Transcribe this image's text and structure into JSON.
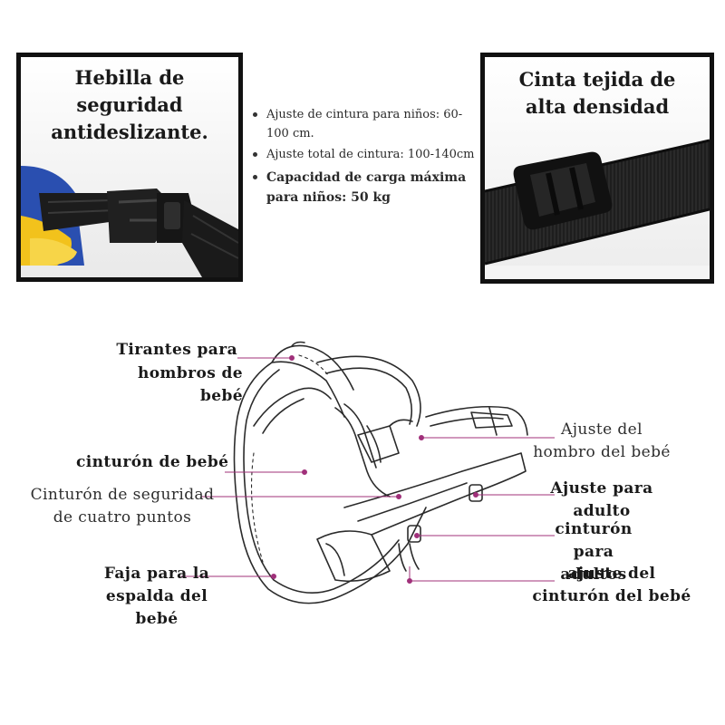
{
  "left_panel": {
    "title_line1": "Hebilla de seguridad",
    "title_line2": "antideslizante."
  },
  "right_panel": {
    "title_line1": "Cinta tejida de",
    "title_line2": "alta densidad"
  },
  "specs": [
    "Ajuste de cintura para niños: 60-100 cm.",
    "Ajuste total de cintura: 100-140cm",
    "Capacidad de carga máxima para niños: 50 kg"
  ],
  "diagram_labels": {
    "shoulder_straps_l1": "Tirantes para",
    "shoulder_straps_l2": "hombros de bebé",
    "baby_belt": "cinturón de bebé",
    "four_point_l1": "Cinturón de seguridad",
    "four_point_l2": "de cuatro puntos",
    "back_girdle_l1": "Faja para la",
    "back_girdle_l2": "espalda del bebé",
    "shoulder_adjust_l1": "Ajuste del",
    "shoulder_adjust_l2": "hombro del bebé",
    "adult_adjust_l1": "Ajuste para",
    "adult_adjust_l2": "adulto",
    "adult_belt_l1": "cinturón",
    "adult_belt_l2": "para adultos",
    "baby_belt_adjust_l1": "ajuste del",
    "baby_belt_adjust_l2": "cinturón del bebé"
  },
  "colors": {
    "leader_line": "#a0307a",
    "frame": "#111111"
  }
}
